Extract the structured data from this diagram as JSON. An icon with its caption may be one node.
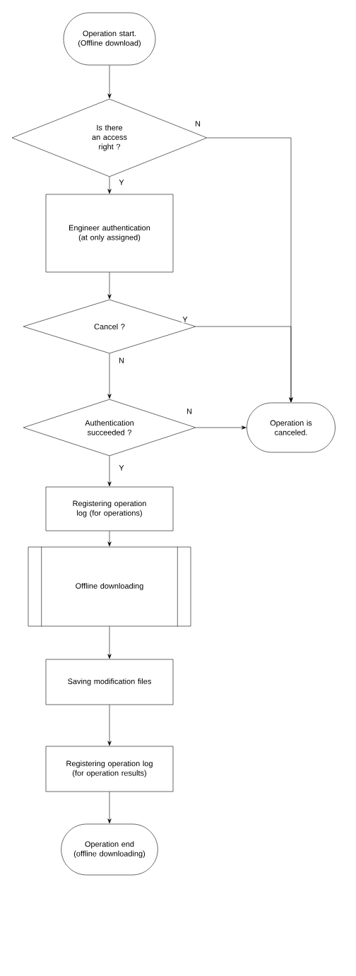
{
  "diagram": {
    "nodes": [
      {
        "text": [
          "Operation start. (Offline download)"
        ]
      },
      {
        "text": [
          "Is there an access right ?"
        ]
      },
      {
        "text": [
          "Engineer authentication (at only assigned)"
        ]
      },
      {
        "text": [
          "Cancel ?"
        ]
      },
      {
        "text": [
          "Authentication succeeded ?"
        ]
      },
      {
        "text": [
          "Operation is canceled."
        ]
      },
      {
        "text": [
          "Registering operation log (for operations)"
        ]
      },
      {
        "text": [
          "Offline downloading"
        ]
      },
      {
        "text": [
          "Saving modification files"
        ]
      },
      {
        "text": [
          "Registering operation log (for operation results)"
        ]
      },
      {
        "text": [
          "Operation end (offline downloading)"
        ]
      }
    ],
    "edges": [
      {
        "from": 0,
        "to": 1,
        "arrow": "to"
      },
      {
        "from": 1,
        "to": 2,
        "arrow": "to",
        "label": "Y"
      },
      {
        "from": 1,
        "to": 5,
        "arrow": "to",
        "label": "N"
      },
      {
        "from": 2,
        "to": 3,
        "arrow": "to"
      },
      {
        "from": 3,
        "to": 5,
        "arrow": "to",
        "label": "Y"
      },
      {
        "from": 3,
        "to": 4,
        "arrow": "to",
        "label": "N"
      },
      {
        "from": 4,
        "to": 5,
        "arrow": "to",
        "label": "N"
      },
      {
        "from": 4,
        "to": 6,
        "arrow": "to",
        "label": "Y"
      },
      {
        "from": 6,
        "to": 7,
        "arrow": "to"
      },
      {
        "from": 7,
        "to": 8,
        "arrow": "to"
      },
      {
        "from": 8,
        "to": 9,
        "arrow": "to"
      },
      {
        "from": 9,
        "to": 10,
        "arrow": "to"
      }
    ]
  }
}
